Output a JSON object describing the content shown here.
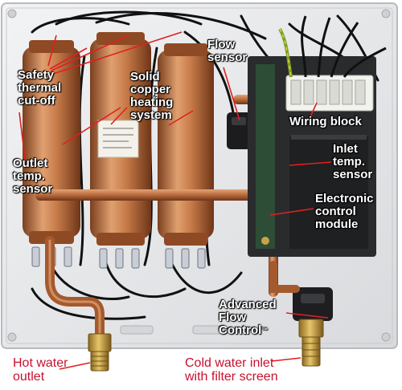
{
  "labels": {
    "safety_thermal_cutoff": "Safety\nthermal\ncut-off",
    "solid_copper_heating_system": "Solid\ncopper\nheating\nsystem",
    "flow_sensor": "Flow\nsensor",
    "wiring_block": "Wiring block",
    "outlet_temp_sensor": "Outlet\ntemp.\nsensor",
    "inlet_temp_sensor": "Inlet\ntemp.\nsensor",
    "electronic_control_module": "Electronic\ncontrol\nmodule",
    "advanced_flow_control": "Advanced\nFlow\nControl",
    "trademark": "™",
    "hot_water_outlet": "Hot water\noutlet",
    "cold_water_inlet": "Cold water inlet\nwith filter screen"
  },
  "colors": {
    "housing": "#e9eaec",
    "copper": "#b86a3c",
    "copper_light": "#e1a070",
    "copper_dark": "#7a3f1e",
    "pcb": "#2a2b2d",
    "terminal_block": "#f2f2ee",
    "wire": "#111111",
    "brass": "#c9a24a",
    "pointer_red": "#e02020",
    "callout_red": "#c8102e"
  }
}
